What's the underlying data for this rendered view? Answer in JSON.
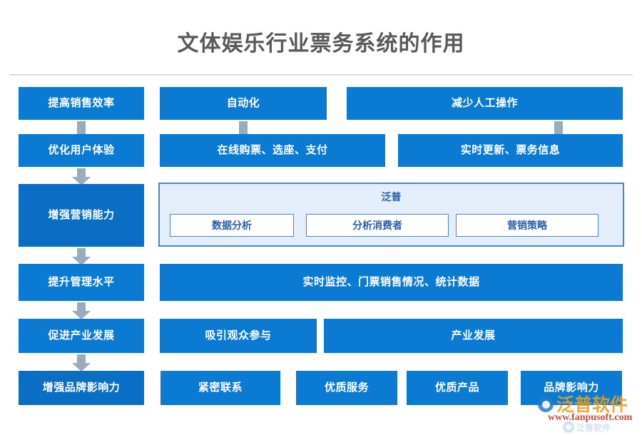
{
  "header": {
    "title": "文体娱乐行业票务系统的作用"
  },
  "diagram": {
    "spine": [
      {
        "label": "提高销售效率"
      },
      {
        "label": "优化用户体验"
      },
      {
        "label": "增强营销能力"
      },
      {
        "label": "提升管理水平"
      },
      {
        "label": "促进产业发展"
      },
      {
        "label": "增强品牌影响力"
      }
    ],
    "row1": [
      {
        "label": "自动化"
      },
      {
        "label": "减少人工操作"
      }
    ],
    "row2": [
      {
        "label": "在线购票、选座、支付"
      },
      {
        "label": "实时更新、票务信息"
      }
    ],
    "row4": [
      {
        "label": "实时监控、门票销售情况、统计数据"
      }
    ],
    "row5": [
      {
        "label": "吸引观众参与"
      },
      {
        "label": "产业发展"
      }
    ],
    "row6": [
      {
        "label": "紧密联系"
      },
      {
        "label": "优质服务"
      },
      {
        "label": "优质产品"
      },
      {
        "label": "品牌影响力"
      }
    ],
    "sub_panel": {
      "title": "泛普",
      "items": [
        {
          "label": "数据分析"
        },
        {
          "label": "分析消费者"
        },
        {
          "label": "营销策略"
        }
      ]
    }
  },
  "watermark": {
    "brand": "泛普软件",
    "url": "www.fanpusoft.com"
  },
  "colors": {
    "node_blue": "#0b7ad2",
    "arrow_gray": "#9aabbd",
    "panel_fill": "#e3eefa",
    "panel_border": "#4f86b5",
    "panel_text": "#2a5caa",
    "title_gray": "#595959",
    "watermark_orange": "#e8a020",
    "watermark_red": "#c0392b"
  }
}
